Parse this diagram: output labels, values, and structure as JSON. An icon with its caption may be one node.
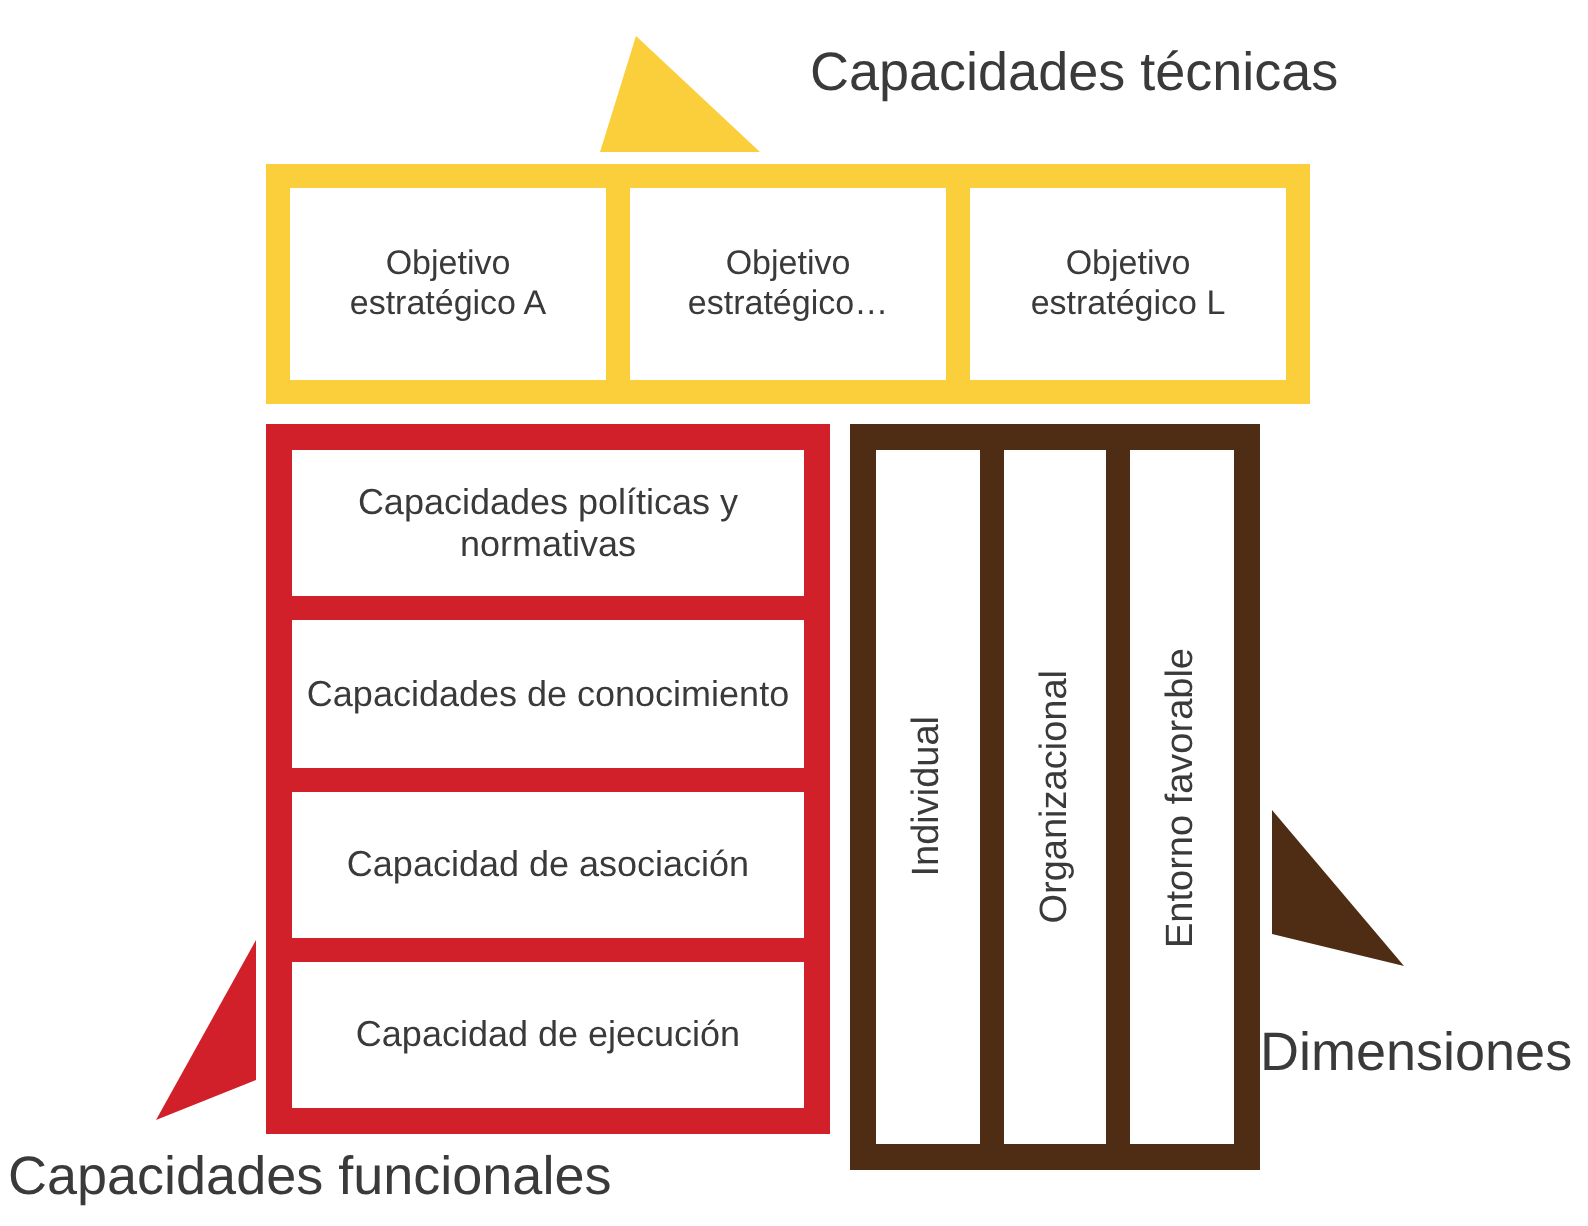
{
  "diagram": {
    "nodes": [
      {
        "text": [
          "Capacidades técnicas"
        ]
      },
      {
        "text": [
          "Objetivo estratégico A"
        ],
        "in": 0
      },
      {
        "text": [
          "Objetivo estratégico…"
        ],
        "in": 0
      },
      {
        "text": [
          "Objetivo estratégico L"
        ],
        "in": 0
      },
      {
        "text": [
          "Capacidades funcionales"
        ]
      },
      {
        "text": [
          "Capacidades políticas y normativas"
        ],
        "in": 4
      },
      {
        "text": [
          "Capacidades de conocimiento"
        ],
        "in": 4
      },
      {
        "text": [
          "Capacidad de asociación"
        ],
        "in": 4
      },
      {
        "text": [
          "Capacidad de ejecución"
        ],
        "in": 4
      },
      {
        "text": [
          "Dimensiones"
        ]
      },
      {
        "text": [
          "Individual"
        ],
        "in": 9
      },
      {
        "text": [
          "Organizacional"
        ],
        "in": 9
      },
      {
        "text": [
          "Entorno favorable"
        ],
        "in": 9
      },
      {
        "text": [],
        "shape": "triangle"
      },
      {
        "text": [],
        "shape": "triangle"
      },
      {
        "text": [],
        "shape": "triangle"
      }
    ]
  }
}
